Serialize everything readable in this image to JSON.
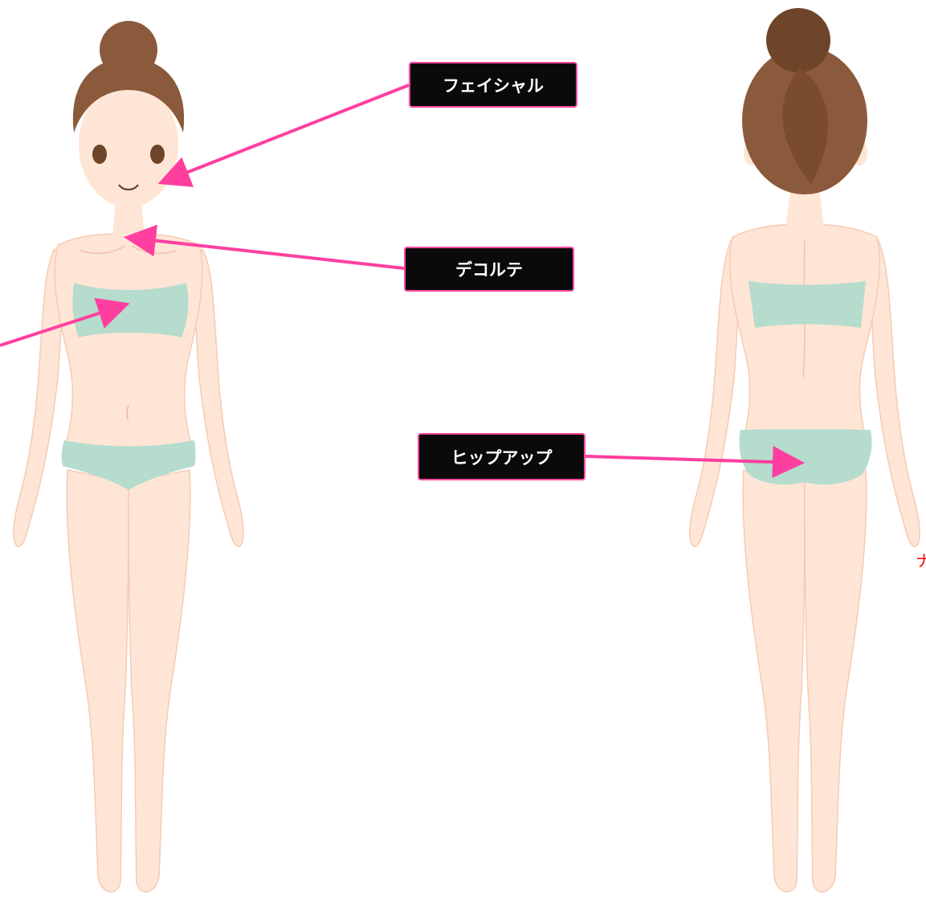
{
  "labels": {
    "facial": "フェイシャル",
    "decollete": "デコルテ",
    "hip_up": "ヒップアップ"
  },
  "edge_text": "ナ",
  "colors": {
    "skin": "#ffe5d6",
    "skin_line": "#f5cbb4",
    "hair": "#8b5a3c",
    "hair_dark": "#6e4529",
    "underwear": "#b5dccd",
    "arrow": "#ff3fa0",
    "label_bg": "#0a0a0a",
    "label_border": "#ff4aa2",
    "label_text": "#ffffff",
    "edge_text": "#ff0000"
  }
}
